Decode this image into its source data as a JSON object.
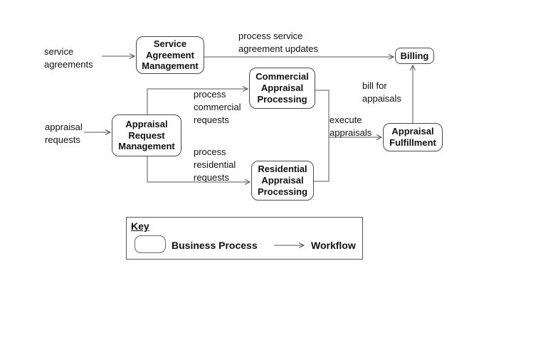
{
  "diagram_type": "business-process-flow",
  "nodes": {
    "service_agreement_management": {
      "label": "Service\nAgreement\nManagement"
    },
    "commercial_appraisal_processing": {
      "label": "Commercial\nAppraisal\nProcessing"
    },
    "appraisal_request_management": {
      "label": "Appraisal\nRequest\nManagement"
    },
    "residential_appraisal_processing": {
      "label": "Residential\nAppraisal\nProcessing"
    },
    "appraisal_fulfillment": {
      "label": "Appraisal\nFulfillment"
    },
    "billing": {
      "label": "Billing"
    }
  },
  "edge_labels": {
    "service_agreements": "service\nagreements",
    "process_service_agreement_updates": "process service\nagreement updates",
    "appraisal_requests": "appraisal\nrequests",
    "process_commercial_requests": "process\ncommercial\nrequests",
    "process_residential_requests": "process\nresidential\nrequests",
    "execute_appraisals": "execute\nappraisals",
    "bill_for_appaisals": "bill for\nappaisals"
  },
  "key": {
    "title": "Key",
    "items": [
      {
        "symbol": "rounded-rectangle",
        "label": "Business Process"
      },
      {
        "symbol": "arrow",
        "label": "Workflow"
      }
    ]
  },
  "colors": {
    "background": "#ffffff",
    "line": "#555555",
    "node_border": "#4a4a4a",
    "text": "#111111"
  }
}
